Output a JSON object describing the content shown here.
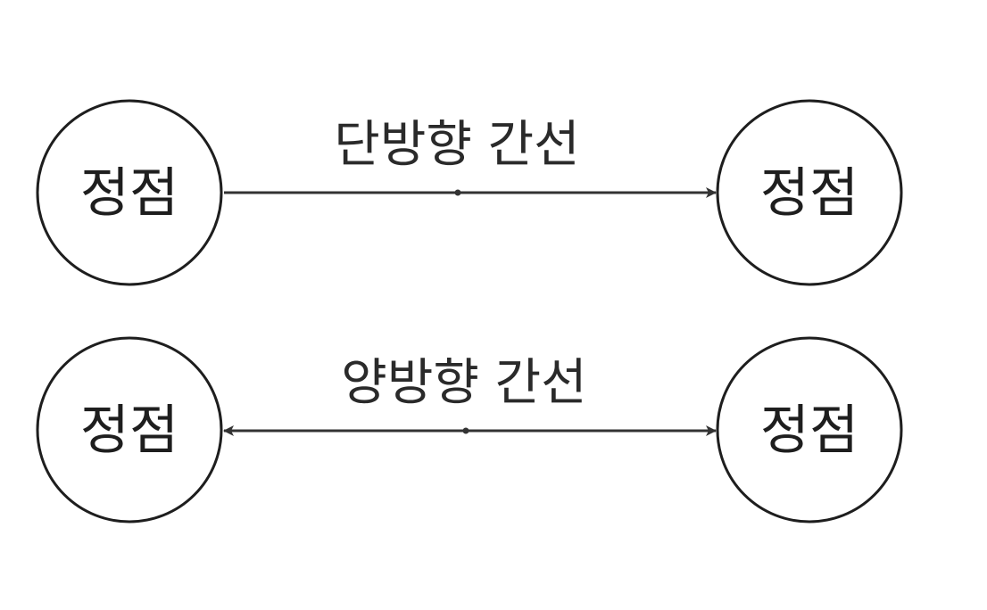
{
  "diagram": {
    "nodes": [
      {
        "id": "n1",
        "label": "정점"
      },
      {
        "id": "n2",
        "label": "정점"
      },
      {
        "id": "n3",
        "label": "정점"
      },
      {
        "id": "n4",
        "label": "정점"
      }
    ],
    "edges": [
      {
        "from": "n1",
        "to": "n2",
        "direction": "one-way",
        "label": "단방향 간선"
      },
      {
        "from": "n3",
        "to": "n4",
        "direction": "two-way",
        "label": "양방향 간선"
      }
    ],
    "colors": {
      "stroke": "#1e1e1e",
      "edge": "#333333",
      "background": "#ffffff"
    }
  }
}
